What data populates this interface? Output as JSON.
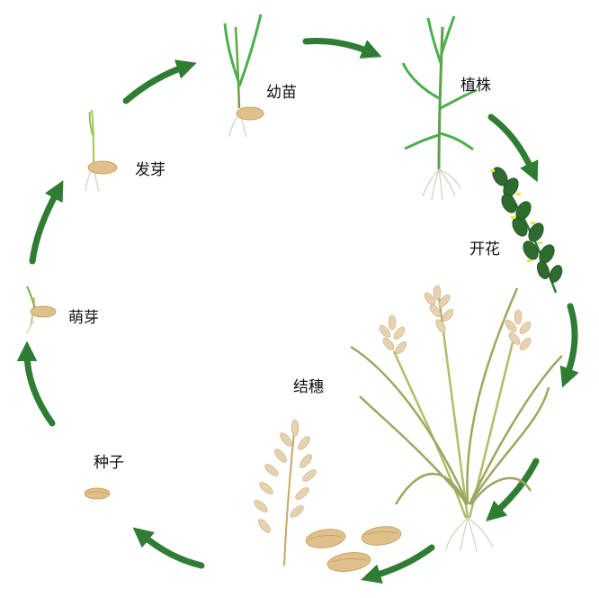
{
  "diagram": {
    "stages": [
      {
        "id": "seed",
        "label": "种子"
      },
      {
        "id": "sprout",
        "label": "萌芽"
      },
      {
        "id": "germination",
        "label": "发芽"
      },
      {
        "id": "seedling",
        "label": "幼苗"
      },
      {
        "id": "plant",
        "label": "植株"
      },
      {
        "id": "flowering",
        "label": "开花"
      },
      {
        "id": "heading",
        "label": "结穗"
      }
    ]
  },
  "colors": {
    "arrow": "#2e7d32",
    "leaf": "#4caf50",
    "leaf_dark": "#2e7d32",
    "grain": "#e0c08a",
    "grain_dark": "#c9a46a",
    "panicle": "#e6d2b0",
    "stem": "#b8b86a",
    "flower_yellow": "#e8e83a"
  }
}
